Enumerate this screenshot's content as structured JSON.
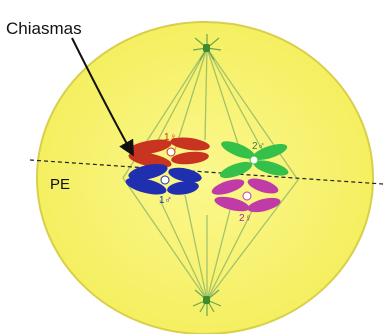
{
  "title": "Chiasmas",
  "plane_label": "PE",
  "chromosome_labels": {
    "red": "1♀",
    "blue": "1♂",
    "green": "2♂",
    "magenta": "2♀"
  },
  "colors": {
    "cell_fill": "#f7f26a",
    "cell_edge": "#d8cf4a",
    "spindle": "#9bbd6a",
    "chrom_red": "#c8341f",
    "chrom_blue": "#1f2fb0",
    "chrom_green": "#35c04a",
    "chrom_magenta": "#c03aa8",
    "arrow": "#111111"
  }
}
